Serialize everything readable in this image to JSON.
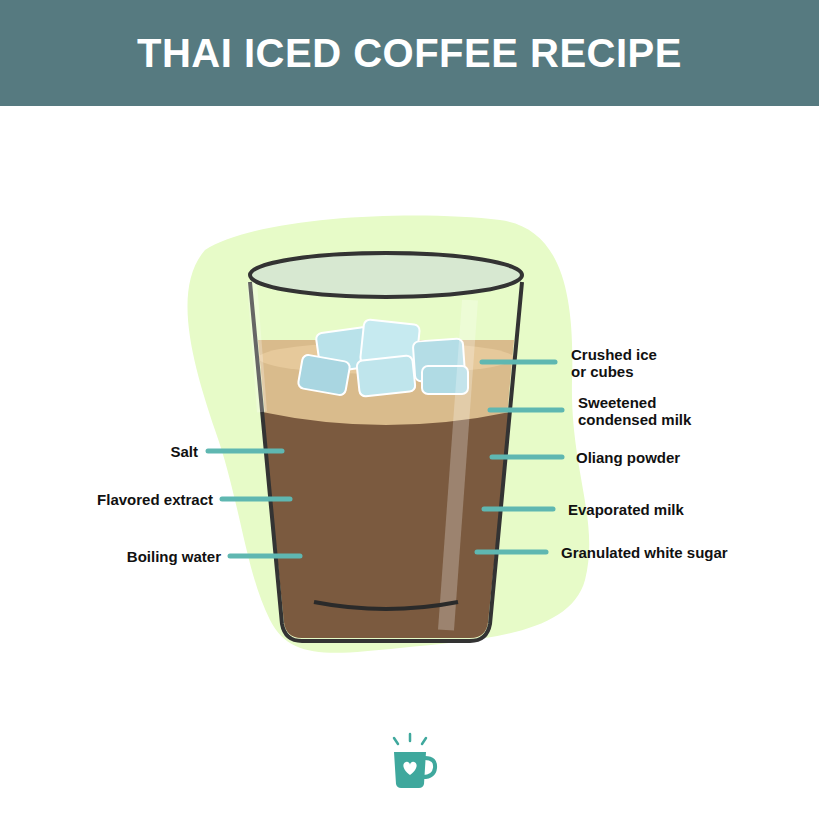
{
  "diagram": {
    "title": "THAI ICED COFFEE RECIPE",
    "labels": [
      "Crushed ice or cubes",
      "Sweetened condensed milk",
      "Salt",
      "Oliang powder",
      "Flavored extract",
      "Evaporated milk",
      "Boiling water",
      "Granulated white sugar"
    ]
  }
}
